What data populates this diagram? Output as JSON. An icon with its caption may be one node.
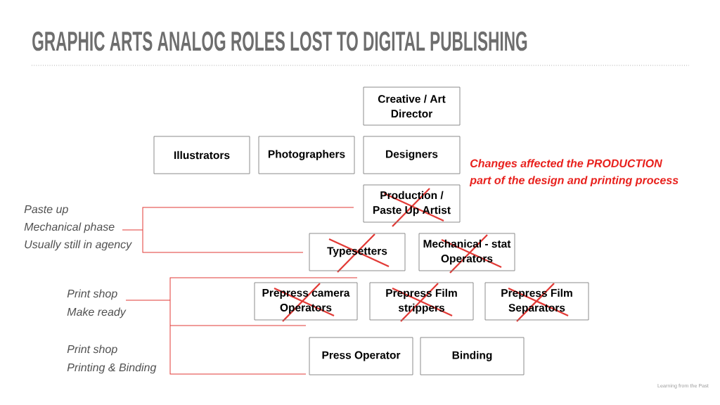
{
  "diagram": {
    "title": "GRAPHIC ARTS ANALOG ROLES LOST TO DIGITAL PUBLISHING",
    "nodes": [
      {
        "text": [
          "Creative / Art Director"
        ]
      },
      {
        "text": [
          "Illustrators"
        ]
      },
      {
        "text": [
          "Photographers"
        ]
      },
      {
        "text": [
          "Designers"
        ]
      },
      {
        "text": [
          "Production / Paste Up Artist"
        ]
      },
      {
        "text": [
          "Typesetters"
        ]
      },
      {
        "text": [
          "Mechanical - stat Operators"
        ]
      },
      {
        "text": [
          "Prepress camera Operators"
        ]
      },
      {
        "text": [
          "Prepress Film strippers"
        ]
      },
      {
        "text": [
          "Prepress Film Separators"
        ]
      },
      {
        "text": [
          "Press Operator"
        ]
      },
      {
        "text": [
          "Binding"
        ]
      }
    ],
    "labels": [
      "Changes affected the PRODUCTION part of the design and printing process",
      "Paste up",
      "Mechanical phase",
      "Usually still in agency",
      "Print shop",
      "Make ready",
      "Print shop",
      "Printing & Binding",
      "Learning from the Past"
    ]
  }
}
